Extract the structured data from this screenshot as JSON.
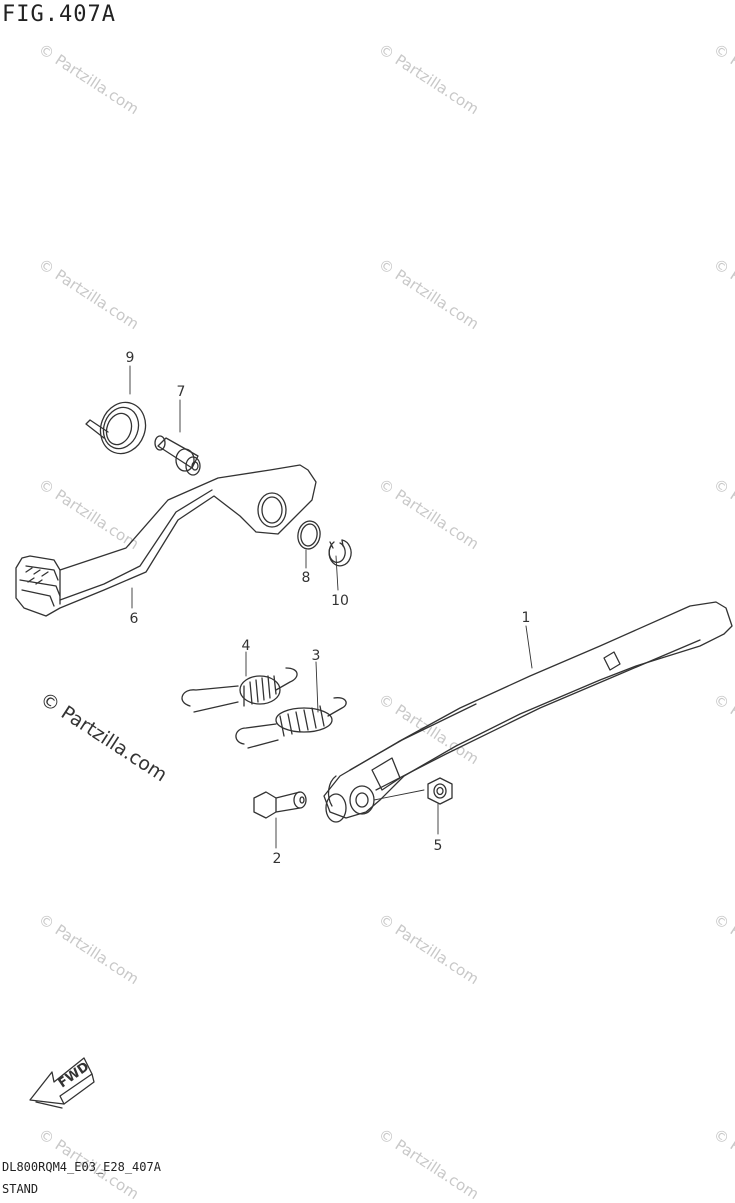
{
  "figure": {
    "title": "FIG.407A",
    "code": "DL800RQM4_E03_E28_407A",
    "caption": "STAND"
  },
  "watermark": {
    "text": "© Partzilla.com",
    "large_text": "© Partzilla.com"
  },
  "fwd_label": "FWD",
  "callouts": [
    "1",
    "2",
    "3",
    "4",
    "5",
    "6",
    "7",
    "8",
    "9",
    "10"
  ],
  "colors": {
    "line": "#333333",
    "watermark": "#c8c8c8"
  }
}
